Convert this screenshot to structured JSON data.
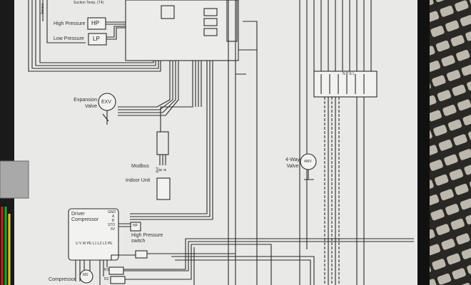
{
  "diagram": {
    "sensor_label": "Sensor",
    "suction_temp": "Suction Temp. (T4)",
    "high_pressure": "High Pressure",
    "hp": "HP",
    "low_pressure": "Low Pressure",
    "lp": "LP",
    "expansion_valve": "Expansion Valve",
    "exv": "EXV",
    "modbus": "Modbus",
    "modbus_pins": [
      "Ref",
      "B",
      "A"
    ],
    "indoor_unit": "Indoor Unit",
    "four_way_valve": "4-Way Valve",
    "fourwv": "4WV",
    "terminal_labels": "N P E L",
    "driver_compressor": "Driver Compressor",
    "driver_pins_right": [
      "GND",
      "A",
      "B",
      "STO",
      "5V"
    ],
    "driver_pins_bottom": "U V W PE  L1 L2 L3 PE",
    "hp_switch_box": "HP",
    "high_pressure_switch": "High Pressure switch",
    "compressor": "Compressor",
    "ms": "MS",
    "relay_labels": [
      "R3",
      "R2"
    ]
  },
  "colors": {
    "paper": "#e9e9e7",
    "line": "#2a2a2a",
    "frame": "#1a1a1a",
    "grille": "#b8b4aa"
  }
}
